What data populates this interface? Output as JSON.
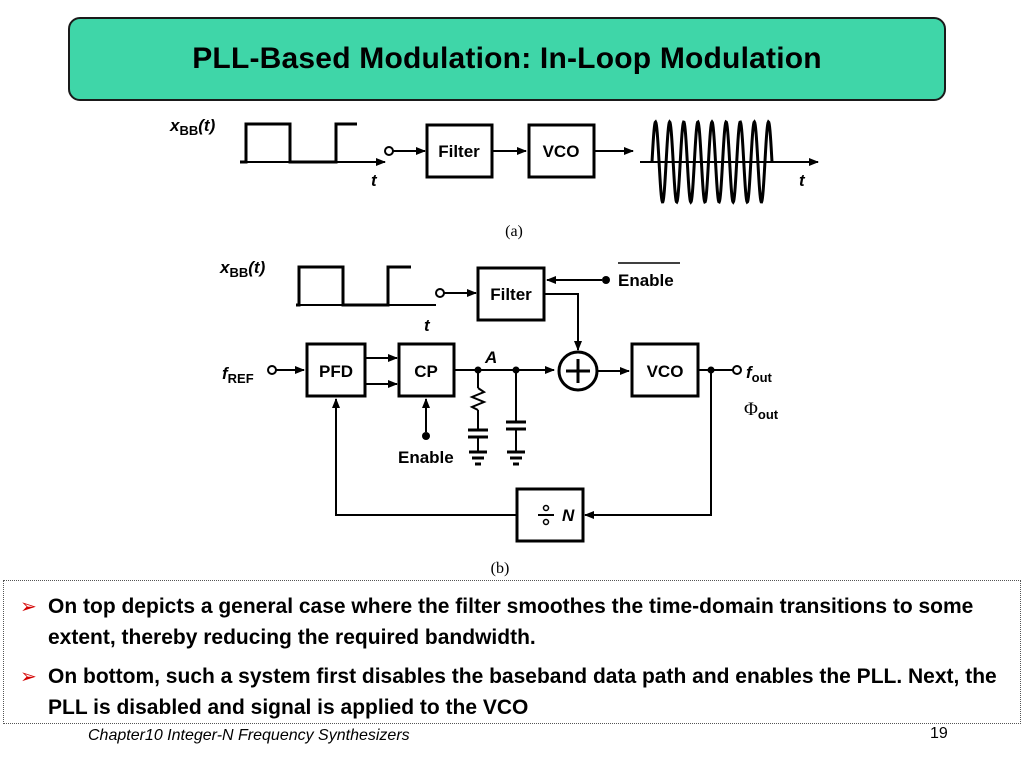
{
  "slide": {
    "title": "PLL-Based Modulation: In-Loop Modulation",
    "title_bg": "#3fd6a8",
    "bullet_marker_color": "#d40000",
    "bullets": [
      "On top depicts a general case where the filter smoothes the time-domain transitions to some extent, thereby reducing the required bandwidth.",
      "On bottom, such a system first disables the baseband data path and enables the PLL. Next, the PLL is disabled and signal is applied to the VCO"
    ],
    "footer": "Chapter10 Integer-N Frequency Synthesizers",
    "page": "19"
  },
  "diagram_a": {
    "input_x": "x",
    "input_sub": "BB",
    "input_arg": "(t)",
    "t_label": "t",
    "filter": "Filter",
    "vco": "VCO",
    "output_t": "t",
    "caption": "(a)"
  },
  "diagram_b": {
    "input_x": "x",
    "input_sub": "BB",
    "input_arg": "(t)",
    "t_label": "t",
    "filter": "Filter",
    "enable_bar": "Enable",
    "fref_f": "f",
    "fref_sub": "REF",
    "pfd": "PFD",
    "cp": "CP",
    "node_a": "A",
    "vco": "VCO",
    "fout_f": "f",
    "fout_sub": "out",
    "phi": "Φ",
    "phi_sub": "out",
    "enable_cp": "Enable",
    "divider_n": "N",
    "caption": "(b)"
  }
}
